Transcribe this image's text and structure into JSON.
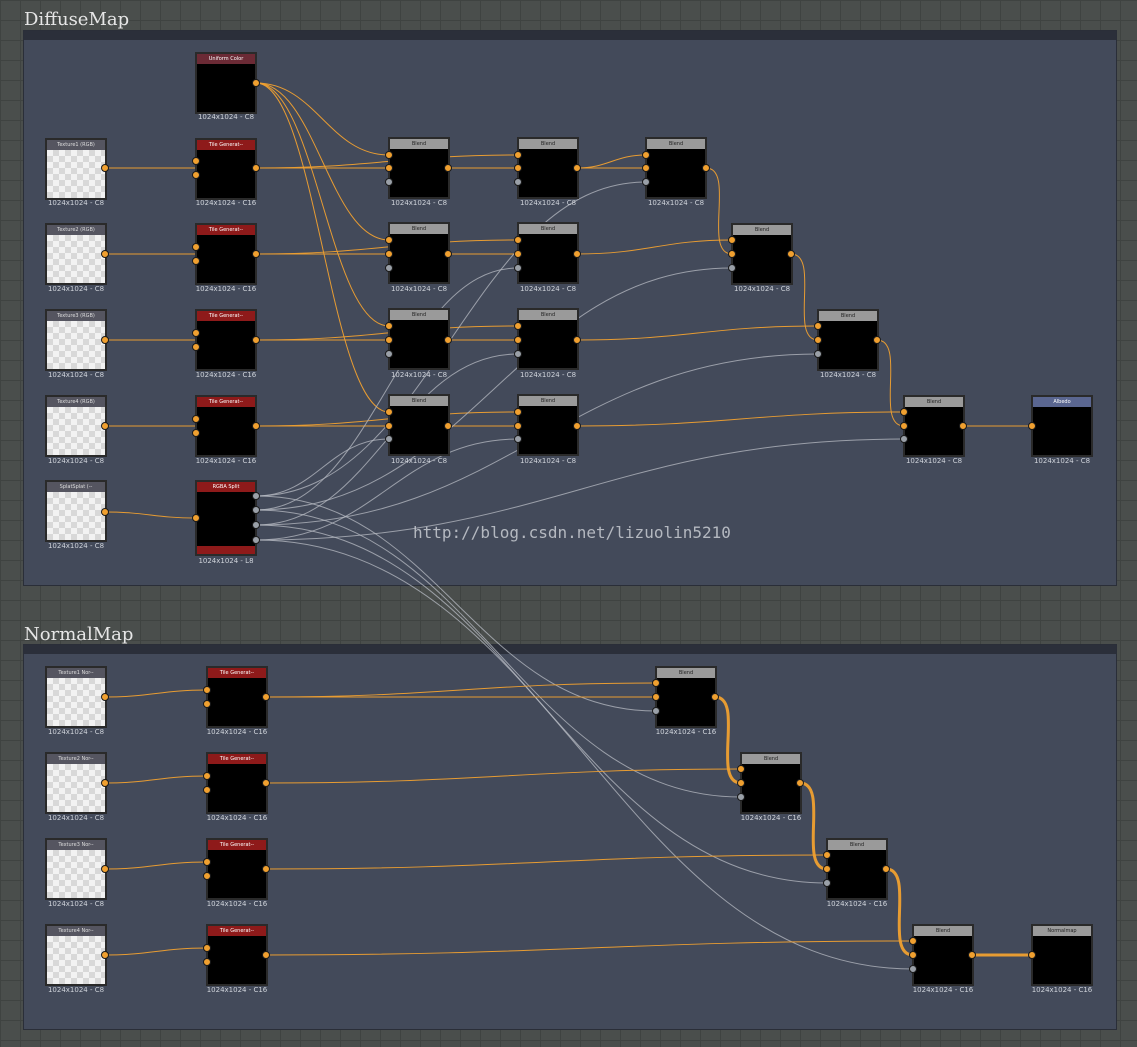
{
  "frames": [
    {
      "id": "diffuse",
      "title": "DiffuseMap"
    },
    {
      "id": "normal",
      "title": "NormalMap"
    }
  ],
  "watermark": "http://blog.csdn.net/lizuolin5210",
  "nodes": {
    "uniform": {
      "label": "Uniform Color",
      "res": "1024x1024 - C8"
    },
    "tex1": {
      "label": "Texture1 (RGB)",
      "res": "1024x1024 - C8"
    },
    "tex2": {
      "label": "Texture2 (RGB)",
      "res": "1024x1024 - C8"
    },
    "tex3": {
      "label": "Texture3 (RGB)",
      "res": "1024x1024 - C8"
    },
    "tex4": {
      "label": "Texture4 (RGB)",
      "res": "1024x1024 - C8"
    },
    "splat": {
      "label": "SplatSplat (--",
      "res": "1024x1024 - C8"
    },
    "tile1": {
      "label": "Tile Generat--",
      "res": "1024x1024 - C16"
    },
    "tile2": {
      "label": "Tile Generat--",
      "res": "1024x1024 - C16"
    },
    "tile3": {
      "label": "Tile Generat--",
      "res": "1024x1024 - C16"
    },
    "tile4": {
      "label": "Tile Generat--",
      "res": "1024x1024 - C16"
    },
    "rgba": {
      "label": "RGBA Split",
      "res": "1024x1024 - L8"
    },
    "b1a": {
      "label": "Blend",
      "res": "1024x1024 - C8"
    },
    "b1b": {
      "label": "Blend",
      "res": "1024x1024 - C8"
    },
    "b1c": {
      "label": "Blend",
      "res": "1024x1024 - C8"
    },
    "b2a": {
      "label": "Blend",
      "res": "1024x1024 - C8"
    },
    "b2b": {
      "label": "Blend",
      "res": "1024x1024 - C8"
    },
    "b2c": {
      "label": "Blend",
      "res": "1024x1024 - C8"
    },
    "b3a": {
      "label": "Blend",
      "res": "1024x1024 - C8"
    },
    "b3b": {
      "label": "Blend",
      "res": "1024x1024 - C8"
    },
    "b3c": {
      "label": "Blend",
      "res": "1024x1024 - C8"
    },
    "b4a": {
      "label": "Blend",
      "res": "1024x1024 - C8"
    },
    "b4b": {
      "label": "Blend",
      "res": "1024x1024 - C8"
    },
    "b4c": {
      "label": "Blend",
      "res": "1024x1024 - C8"
    },
    "albedo": {
      "label": "Albedo",
      "res": "1024x1024 - C8"
    },
    "ntex1": {
      "label": "Texture1 Nor--",
      "res": "1024x1024 - C8"
    },
    "ntex2": {
      "label": "Texture2 Nor--",
      "res": "1024x1024 - C8"
    },
    "ntex3": {
      "label": "Texture3 Nor--",
      "res": "1024x1024 - C8"
    },
    "ntex4": {
      "label": "Texture4 Nor--",
      "res": "1024x1024 - C8"
    },
    "ntile1": {
      "label": "Tile Generat--",
      "res": "1024x1024 - C16"
    },
    "ntile2": {
      "label": "Tile Generat--",
      "res": "1024x1024 - C16"
    },
    "ntile3": {
      "label": "Tile Generat--",
      "res": "1024x1024 - C16"
    },
    "ntile4": {
      "label": "Tile Generat--",
      "res": "1024x1024 - C16"
    },
    "nb1": {
      "label": "Blend",
      "res": "1024x1024 - C16"
    },
    "nb2": {
      "label": "Blend",
      "res": "1024x1024 - C16"
    },
    "nb3": {
      "label": "Blend",
      "res": "1024x1024 - C16"
    },
    "nb4": {
      "label": "Blend",
      "res": "1024x1024 - C16"
    },
    "normalout": {
      "label": "Normalmap",
      "res": "1024x1024 - C16"
    }
  },
  "colors": {
    "wire_color": "#f0a030",
    "wire_gray": "#b8bcc4"
  }
}
